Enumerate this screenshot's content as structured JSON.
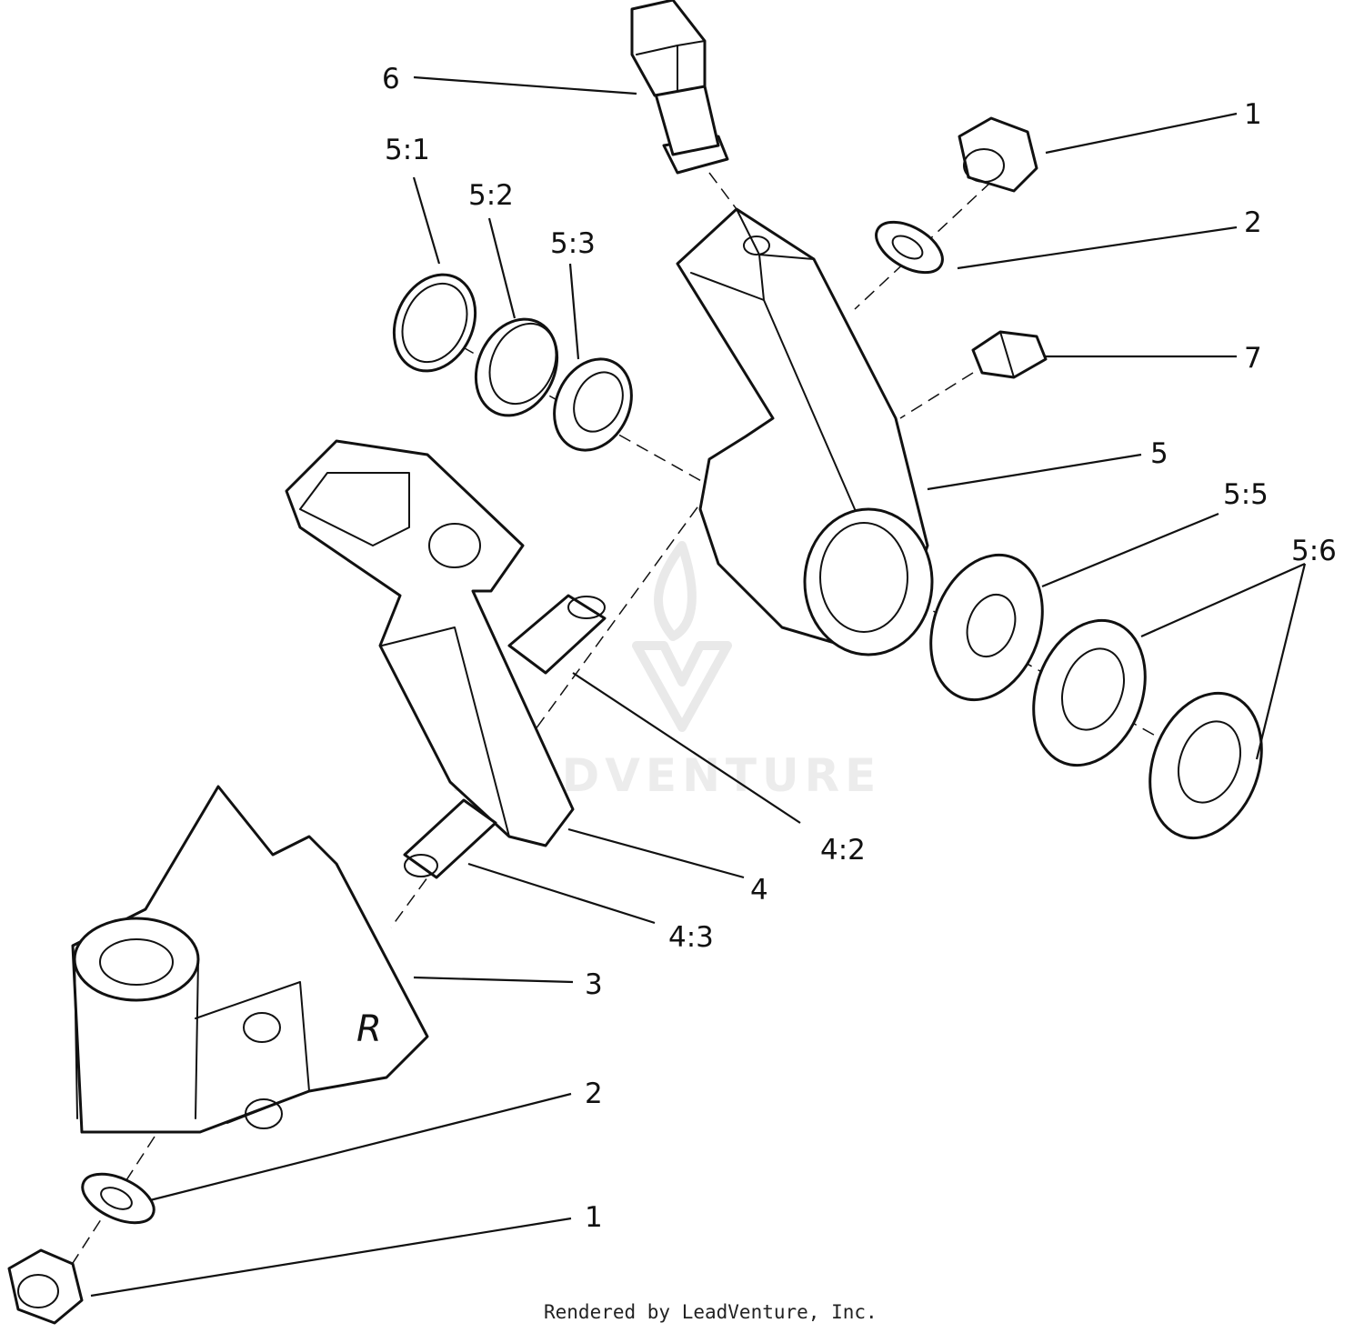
{
  "callouts": [
    {
      "id": "6",
      "label": "6"
    },
    {
      "id": "1_top",
      "label": "1"
    },
    {
      "id": "5_1",
      "label": "5:1"
    },
    {
      "id": "5_2",
      "label": "5:2"
    },
    {
      "id": "5_3",
      "label": "5:3"
    },
    {
      "id": "2_top",
      "label": "2"
    },
    {
      "id": "7",
      "label": "7"
    },
    {
      "id": "5",
      "label": "5"
    },
    {
      "id": "5_5",
      "label": "5:5"
    },
    {
      "id": "5_6",
      "label": "5:6"
    },
    {
      "id": "4_2",
      "label": "4:2"
    },
    {
      "id": "4",
      "label": "4"
    },
    {
      "id": "4_3",
      "label": "4:3"
    },
    {
      "id": "3",
      "label": "3"
    },
    {
      "id": "2_bottom",
      "label": "2"
    },
    {
      "id": "1_bottom",
      "label": "1"
    }
  ],
  "part_stamp": "R",
  "watermark": "LEADVENTURE",
  "footer": "Rendered by LeadVenture, Inc."
}
